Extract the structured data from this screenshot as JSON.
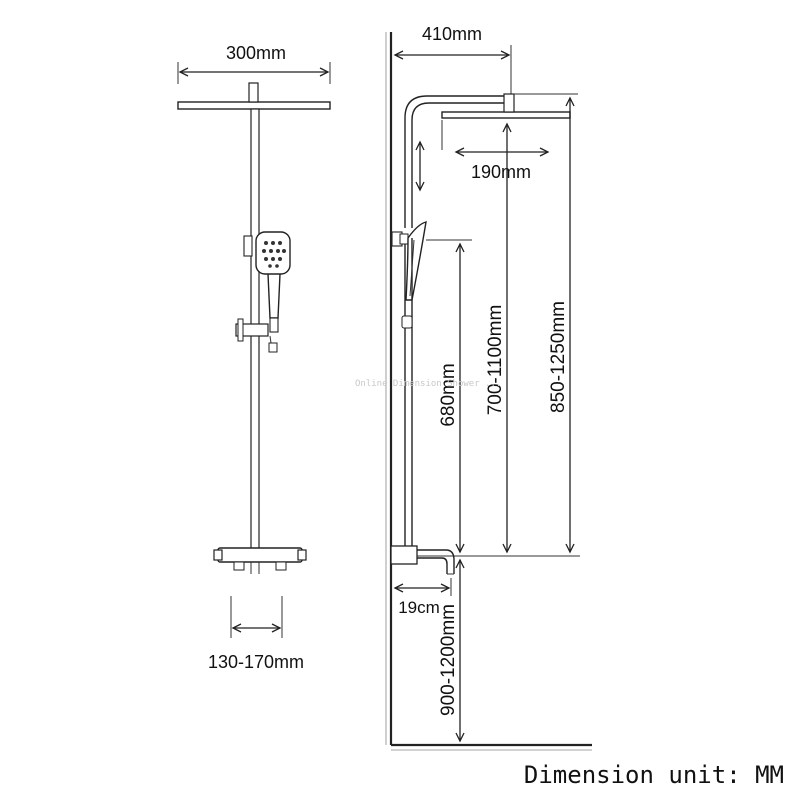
{
  "labels": {
    "front_top_width": "300mm",
    "front_bottom_width": "130-170mm",
    "side_arm_length": "410mm",
    "side_head_depth": "190mm",
    "side_spout": "19cm",
    "side_hand_height": "680mm",
    "side_head_range": "700-1100mm",
    "side_top_range": "850-1250mm",
    "side_floor_range": "900-1200mm",
    "unit_note": "Dimension unit: MM"
  },
  "watermark": "Online Dimension Shower ..."
}
